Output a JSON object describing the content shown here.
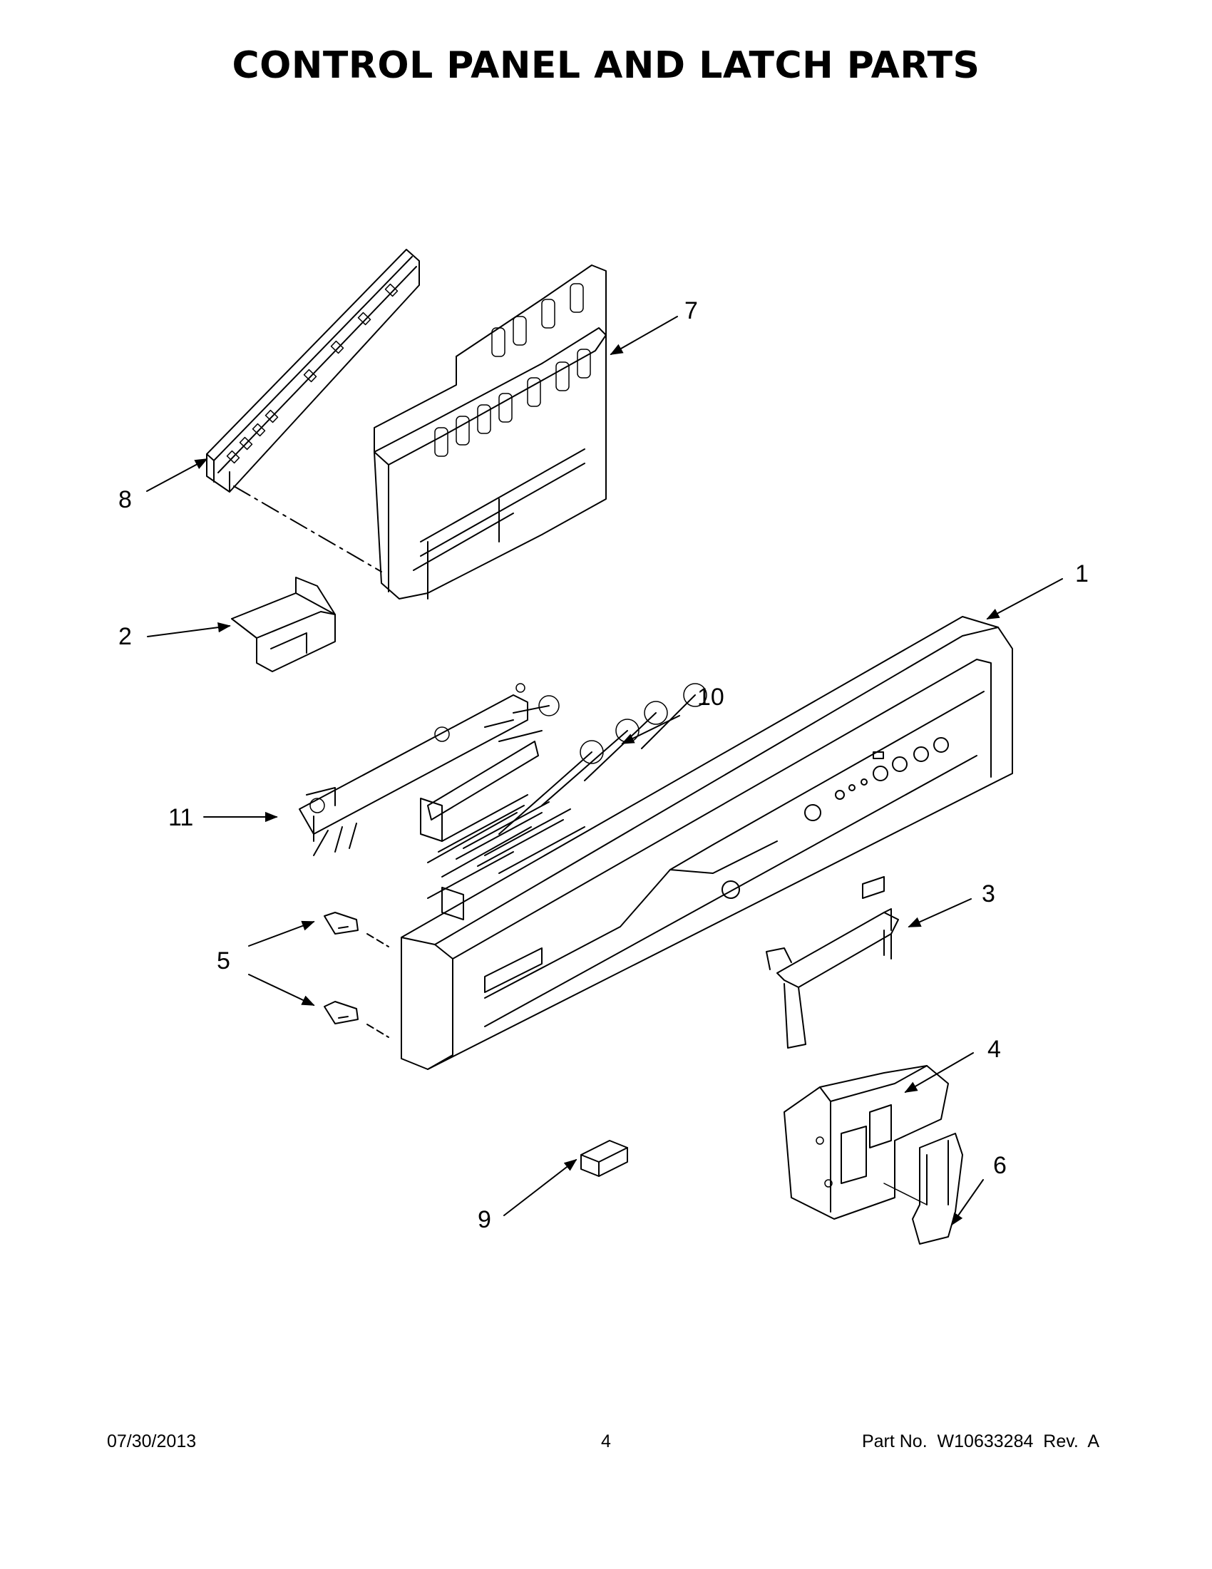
{
  "page": {
    "title": "CONTROL PANEL AND LATCH PARTS"
  },
  "callouts": {
    "c1": "1",
    "c2": "2",
    "c3": "3",
    "c4": "4",
    "c5": "5",
    "c6": "6",
    "c7": "7",
    "c8": "8",
    "c9": "9",
    "c10": "10",
    "c11": "11"
  },
  "footer": {
    "date": "07/30/2013",
    "page_number": "4",
    "part_number": "Part No.  W10633284  Rev.  A"
  }
}
